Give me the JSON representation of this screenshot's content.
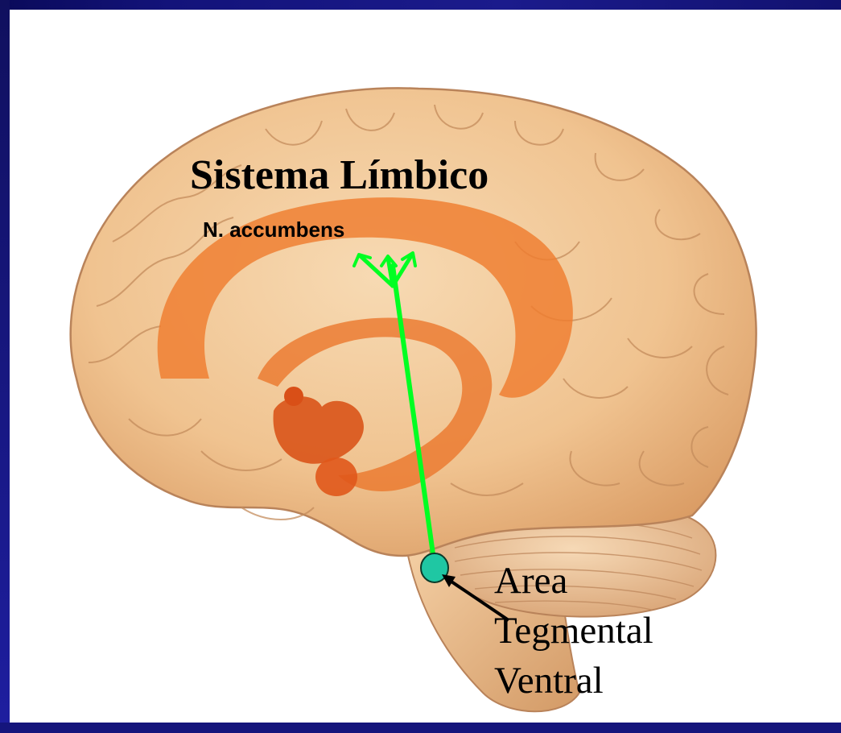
{
  "diagram": {
    "title": "Sistema Límbico",
    "structure_label": "N. accumbens",
    "origin_label_lines": [
      "Area",
      "Tegmental",
      "Ventral"
    ]
  },
  "colors": {
    "background": "#1b1b8c",
    "pathway": "#00ff22",
    "origin_dot": "#1fc7a3",
    "limbic": "#ef7d2e",
    "brain": "#f2c99a"
  }
}
